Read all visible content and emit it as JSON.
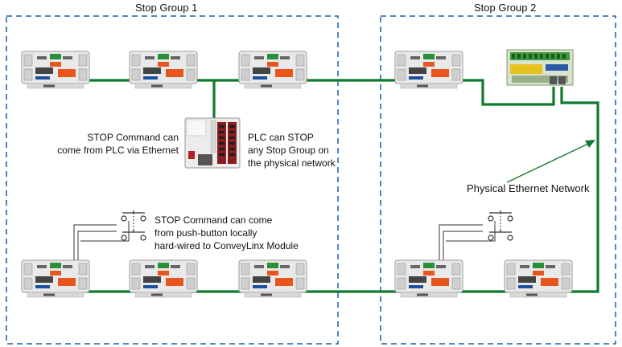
{
  "groups": [
    {
      "label": "Stop Group 1"
    },
    {
      "label": "Stop Group 2"
    }
  ],
  "annotations": {
    "plc_left": [
      "STOP Command can",
      "come from PLC via Ethernet"
    ],
    "plc_right": [
      "PLC can STOP",
      "any Stop Group on",
      "the physical network"
    ],
    "pushbutton": [
      "STOP Command can come",
      "from push-button locally",
      "hard-wired to ConveyLinx Module"
    ],
    "network": "Physical Ethernet Network"
  },
  "colors": {
    "network_line": "#0f7a2e",
    "group_border": "#1a5fa8",
    "module_body": "#e6e6e6",
    "module_accent": "#e8561e"
  },
  "icons": {
    "module": "conveylinx-module-icon",
    "plc": "plc-icon",
    "gateway": "gateway-controller-icon",
    "pushbutton": "pushbutton-switch-icon"
  }
}
